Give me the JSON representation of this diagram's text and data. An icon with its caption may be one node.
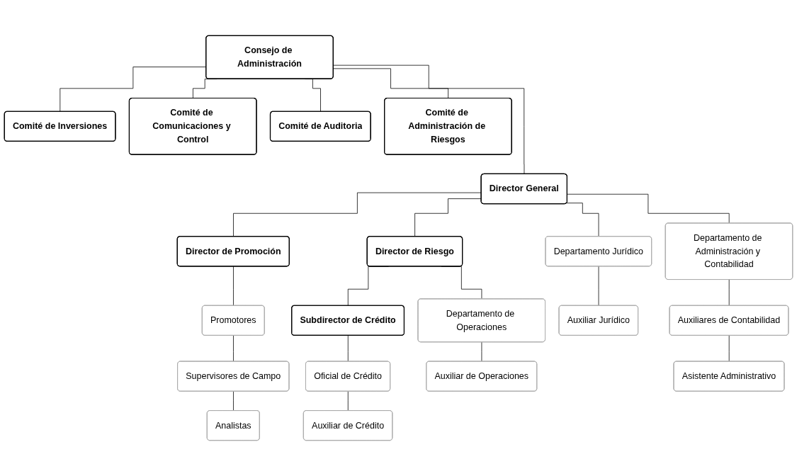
{
  "diagram": {
    "nodes": [
      {
        "text": [
          "Consejo de Administración"
        ]
      },
      {
        "text": [
          "Comité de Inversiones"
        ]
      },
      {
        "text": [
          "Comité de Comunicaciones y Control"
        ]
      },
      {
        "text": [
          "Comité de Auditoria"
        ]
      },
      {
        "text": [
          "Comité de Administración de Riesgos"
        ]
      },
      {
        "text": [
          "Director General"
        ]
      },
      {
        "text": [
          "Director de Promoción"
        ]
      },
      {
        "text": [
          "Director de Riesgo"
        ]
      },
      {
        "text": [
          "Subdirector de Crédito"
        ]
      },
      {
        "text": [
          "Promotores"
        ]
      },
      {
        "text": [
          "Departamento Jurídico"
        ]
      },
      {
        "text": [
          "Departamento de Administración y Contabilidad"
        ]
      },
      {
        "text": [
          "Departamento de Operaciones"
        ]
      },
      {
        "text": [
          "Oficial de Crédito"
        ]
      },
      {
        "text": [
          "Supervisores de Campo"
        ]
      },
      {
        "text": [
          "Auxiliar Jurídico"
        ]
      },
      {
        "text": [
          "Auxiliares de Contabilidad"
        ]
      },
      {
        "text": [
          "Auxiliar de Operaciones"
        ]
      },
      {
        "text": [
          "Auxiliar de Crédito"
        ]
      },
      {
        "text": [
          "Analistas"
        ]
      },
      {
        "text": [
          "Asistente Administrativo"
        ]
      }
    ],
    "edges": [
      {
        "from": 0,
        "to": 1,
        "arrow": "none"
      },
      {
        "from": 0,
        "to": 2,
        "arrow": "none"
      },
      {
        "from": 0,
        "to": 3,
        "arrow": "none"
      },
      {
        "from": 0,
        "to": 4,
        "arrow": "none"
      },
      {
        "from": 0,
        "to": 5,
        "arrow": "none"
      },
      {
        "from": 5,
        "to": 6,
        "arrow": "none"
      },
      {
        "from": 5,
        "to": 10,
        "arrow": "none"
      },
      {
        "from": 5,
        "to": 11,
        "arrow": "none"
      },
      {
        "from": 5,
        "to": 7,
        "arrow": "none"
      },
      {
        "from": 6,
        "to": 9,
        "arrow": "none"
      },
      {
        "from": 9,
        "to": 14,
        "arrow": "none"
      },
      {
        "from": 14,
        "to": 19,
        "arrow": "none"
      },
      {
        "from": 10,
        "to": 15,
        "arrow": "none"
      },
      {
        "from": 11,
        "to": 16,
        "arrow": "none"
      },
      {
        "from": 16,
        "to": 20,
        "arrow": "none"
      },
      {
        "from": 7,
        "to": 12,
        "arrow": "none"
      },
      {
        "from": 7,
        "to": 8,
        "arrow": "none"
      },
      {
        "from": 8,
        "to": 13,
        "arrow": "none"
      },
      {
        "from": 13,
        "to": 18,
        "arrow": "none"
      },
      {
        "from": 12,
        "to": 17,
        "arrow": "none"
      }
    ]
  }
}
